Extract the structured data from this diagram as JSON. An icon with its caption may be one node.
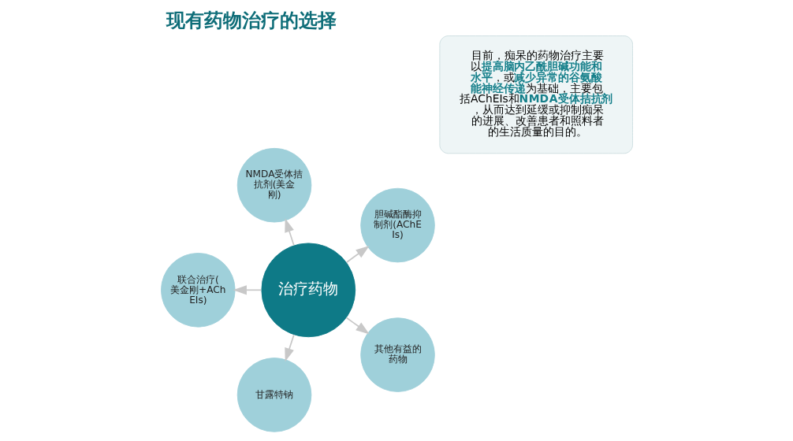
{
  "diagram": {
    "title": "现有药物治疗的选择",
    "nodes": [
      {
        "text": [
          "目前，痴呆的药物治疗主要以**提高脑内乙酰胆碱功能和水平**，或**减少异常的谷氨酸能神经传递**为基础，主要包括AChEIs和**NMDA受体拮抗剂**，从而达到延缓或抑制痴呆的进展、改善患者和照料者的生活质量的目的。"
        ]
      },
      {
        "text": [
          "治疗药物"
        ]
      },
      {
        "text": [
          "胆碱酯酶抑制剂(AChEIs)"
        ]
      },
      {
        "text": [
          "NMDA受体拮抗剂(美金刚)"
        ]
      },
      {
        "text": [
          "联合治疗(美金刚+AChEIs)"
        ]
      },
      {
        "text": [
          "甘露特钠"
        ]
      },
      {
        "text": [
          "其他有益的药物"
        ]
      }
    ],
    "edges": [
      {
        "from": 1,
        "to": 2,
        "arrow": "to"
      },
      {
        "from": 1,
        "to": 3,
        "arrow": "to"
      },
      {
        "from": 1,
        "to": 4,
        "arrow": "to"
      },
      {
        "from": 1,
        "to": 5,
        "arrow": "to"
      },
      {
        "from": 1,
        "to": 6,
        "arrow": "to"
      }
    ]
  }
}
